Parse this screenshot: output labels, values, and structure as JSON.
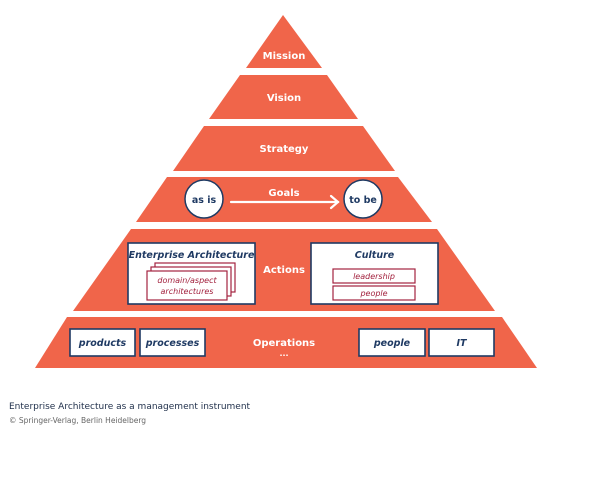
{
  "levels": {
    "mission": "Mission",
    "vision": "Vision",
    "strategy": "Strategy",
    "goals": "Goals",
    "actions": "Actions",
    "operations": "Operations",
    "operations_more": "..."
  },
  "goals": {
    "from": "as is",
    "to": "to be"
  },
  "actions": {
    "enterprise_architecture": {
      "title": "Enterprise Architecture",
      "sub_line1": "domain/aspect",
      "sub_line2": "architectures"
    },
    "culture": {
      "title": "Culture",
      "items": [
        "leadership",
        "people"
      ]
    }
  },
  "operations": {
    "items": [
      "products",
      "processes",
      "people",
      "IT"
    ]
  },
  "caption": {
    "title": "Enterprise Architecture as a management instrument",
    "copyright": "© Springer-Verlag, Berlin Heidelberg"
  },
  "colors": {
    "pyramid": "#F0654A",
    "box_border": "#1F3A63",
    "sub_border": "#A3233F"
  }
}
